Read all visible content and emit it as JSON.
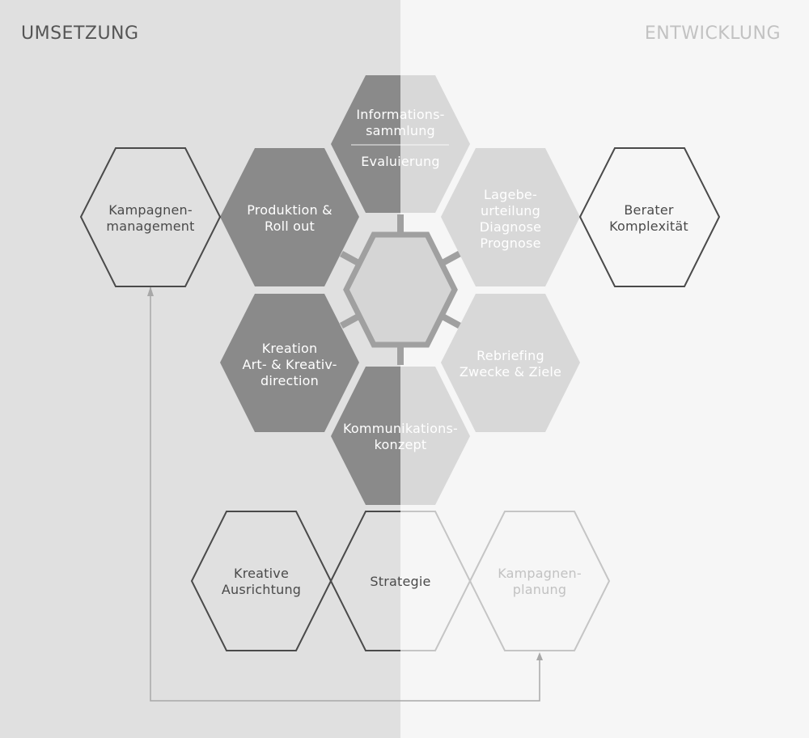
{
  "headers": {
    "left": "UMSETZUNG",
    "right": "ENTWICKLUNG"
  },
  "hexagons": {
    "informationssammlung": {
      "lines": [
        "Informations-",
        "sammlung"
      ]
    },
    "evaluierung": {
      "lines": [
        "Evaluierung"
      ]
    },
    "produktion": {
      "lines": [
        "Produktion &",
        "Roll out"
      ]
    },
    "lagebeurteilung": {
      "lines": [
        "Lagebe-",
        "urteilung",
        "Diagnose",
        "Prognose"
      ]
    },
    "kreation": {
      "lines": [
        "Kreation",
        "Art- & Kreativ-",
        "direction"
      ]
    },
    "rebriefing": {
      "lines": [
        "Rebriefing",
        "Zwecke & Ziele"
      ]
    },
    "kommunikationskonzept": {
      "lines": [
        "Kommunikations-",
        "konzept"
      ]
    },
    "kampagnenmanagement": {
      "lines": [
        "Kampagnen-",
        "management"
      ]
    },
    "berater": {
      "lines": [
        "Berater",
        "Komplexität"
      ]
    },
    "kreative_ausrichtung": {
      "lines": [
        "Kreative",
        "Ausrichtung"
      ]
    },
    "strategie": {
      "lines": [
        "Strategie"
      ]
    },
    "kampagnenplanung": {
      "lines": [
        "Kampagnen-",
        "planung"
      ]
    }
  },
  "colors": {
    "left_panel": "#e0e0e0",
    "right_panel": "#f6f6f6",
    "dark_fill": "#8a8a8a",
    "light_fill": "#d8d8d8",
    "center_fill": "#d5d5d5",
    "center_stroke": "#a0a0a0",
    "dark_outline": "#4a4a4a",
    "light_outline": "#c5c5c5",
    "arrow": "#a8a8a8",
    "header_left": "#555555",
    "header_right": "#c2c2c2"
  }
}
